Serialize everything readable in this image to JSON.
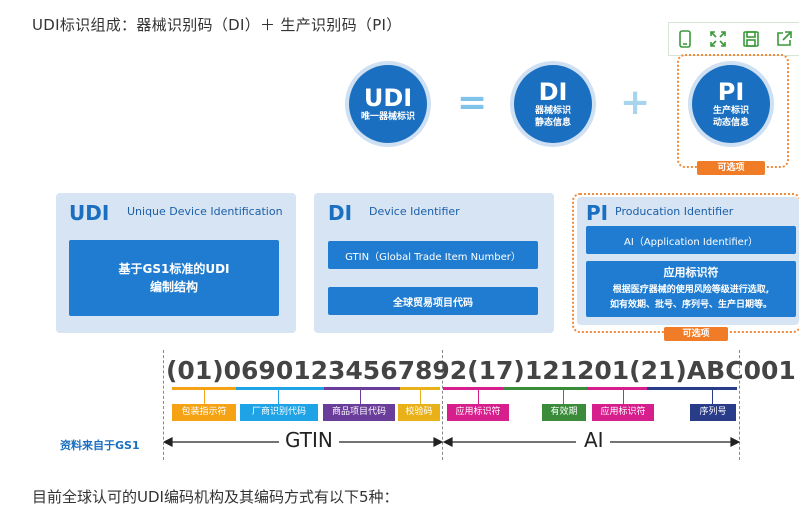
{
  "intro_text": "UDI标识组成：器械识别码（DI）＋ 生产识别码（PI）",
  "outro_text": "目前全球认可的UDI编码机构及其编码方式有以下5种：",
  "toolbar": {
    "icons": [
      "phone-icon",
      "expand-icon",
      "save-icon",
      "share-icon"
    ]
  },
  "circles": {
    "udi": {
      "title": "UDI",
      "sub": "唯一器械标识"
    },
    "di": {
      "title": "DI",
      "sub1": "器械标识",
      "sub2": "静态信息"
    },
    "pi": {
      "title": "PI",
      "sub1": "生产标识",
      "sub2": "动态信息"
    },
    "equals": "=",
    "plus": "+",
    "optional": "可选项"
  },
  "panels": {
    "udi": {
      "title": "UDI",
      "subtitle": "Unique Device Identification",
      "box_line1": "基于GS1标准的UDI",
      "box_line2": "编制结构"
    },
    "di": {
      "title": "DI",
      "subtitle": "Device Identifier",
      "box1": "GTIN（Global Trade Item Number）",
      "box2": "全球贸易项目代码"
    },
    "pi": {
      "title": "PI",
      "subtitle": "Producation Identifier",
      "box1": "AI（Application Identifier）",
      "box2_title": "应用标识符",
      "box2_line1": "根据医疗器械的使用风险等级进行选取,",
      "box2_line2": "如有效期、批号、序列号、生产日期等。",
      "optional": "可选项"
    }
  },
  "code_string": "(01)06901234567892(17)121201(21)ABC001",
  "tags": [
    "包装指示符",
    "厂商识别代码",
    "商品项目代码",
    "校验码",
    "应用标识符",
    "有效期",
    "应用标识符",
    "序列号"
  ],
  "colors": {
    "tag_orange": "#f5a315",
    "tag_blue": "#1ea3e6",
    "tag_purple": "#6a3d9a",
    "tag_gold": "#e8b11a",
    "tag_magenta": "#d61f8c",
    "tag_green": "#3a8b3a",
    "tag_navy": "#283c8a",
    "brand_blue": "#1a6fc0"
  },
  "gtin_label": "GTIN",
  "ai_label": "AI",
  "source": "资料来自于GS1"
}
